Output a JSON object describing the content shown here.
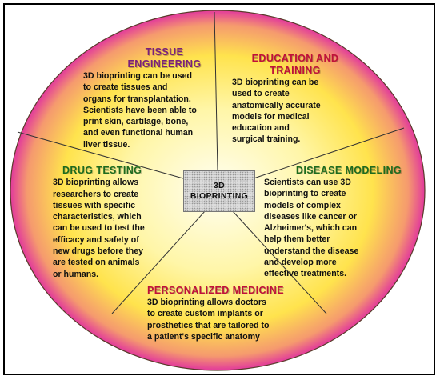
{
  "center": {
    "line1": "3D",
    "line2": "BIOPRINTING"
  },
  "sections": {
    "tissue_engineering": {
      "heading_line1": "TISSUE",
      "heading_line2": "ENGINEERING",
      "lines": [
        "3D bioprinting can be used",
        "to create tissues and",
        "organs for transplantation.",
        "Scientists have been able to",
        "print skin, cartilage, bone,",
        "and even functional human",
        "liver tissue."
      ]
    },
    "education_training": {
      "heading_line1": "EDUCATION AND",
      "heading_line2": "TRAINING",
      "lines": [
        "3D bioprinting can be",
        "used to create",
        "anatomically accurate",
        "models for medical",
        "education and",
        "surgical training."
      ]
    },
    "drug_testing": {
      "heading": "DRUG TESTING",
      "first_line_rest": "allows",
      "lines": [
        "3D bioprinting allows",
        "researchers to create",
        "tissues with specific",
        "characteristics, which",
        "can be used to test the",
        "efficacy and safety of",
        "new drugs before they",
        "are tested on animals",
        "or humans."
      ]
    },
    "disease_modeling": {
      "heading": "DISEASE MODELING",
      "lines": [
        "Scientists can use 3D",
        "bioprinting to create",
        "models of complex",
        "diseases like cancer or",
        "Alzheimer's, which can",
        "help them better",
        "understand the disease",
        "and develop more",
        "effective treatments."
      ]
    },
    "personalized_medicine": {
      "heading": "PERSONALIZED MEDICINE",
      "lines": [
        "3D bioprinting allows doctors",
        "to create custom implants or",
        "prosthetics that are tailored to",
        "a patient's specific anatomy"
      ]
    }
  },
  "colors": {
    "ellipse_center": "#fffef2",
    "ellipse_mid": "#ffe34d",
    "ellipse_edge": "#e23a9b",
    "divider": "#333333"
  }
}
